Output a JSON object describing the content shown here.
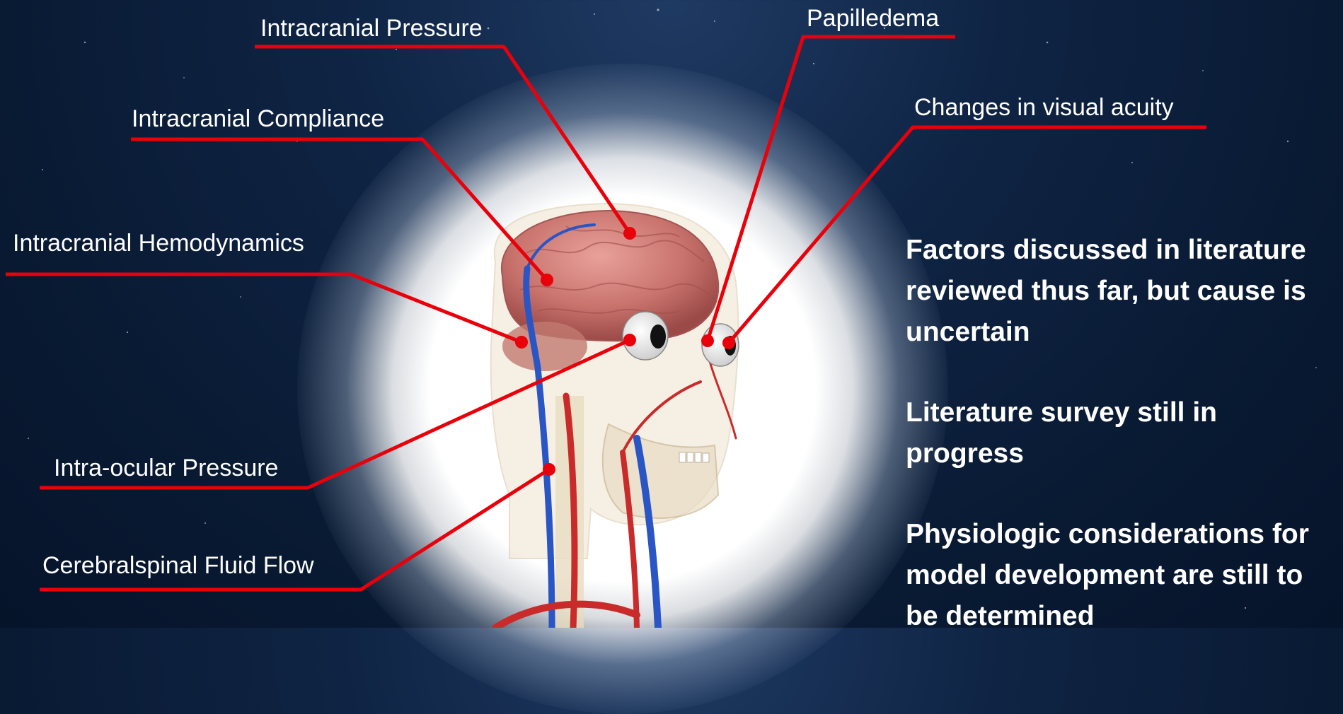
{
  "labels": {
    "intracranial_pressure": "Intracranial Pressure",
    "papilledema": "Papilledema",
    "intracranial_compliance": "Intracranial Compliance",
    "visual_acuity": "Changes in visual acuity",
    "intracranial_hemodynamics": "Intracranial Hemodynamics",
    "intraocular_pressure": "Intra-ocular Pressure",
    "csf_flow": "Cerebralspinal Fluid Flow"
  },
  "notes": [
    "Factors discussed in literature reviewed thus far, but cause is uncertain",
    "Literature survey still in progress",
    "Physiologic considerations for model development are still to be determined"
  ],
  "colors": {
    "leader": "#e8000b",
    "background": "#0b1f3d",
    "text": "#ffffff"
  }
}
